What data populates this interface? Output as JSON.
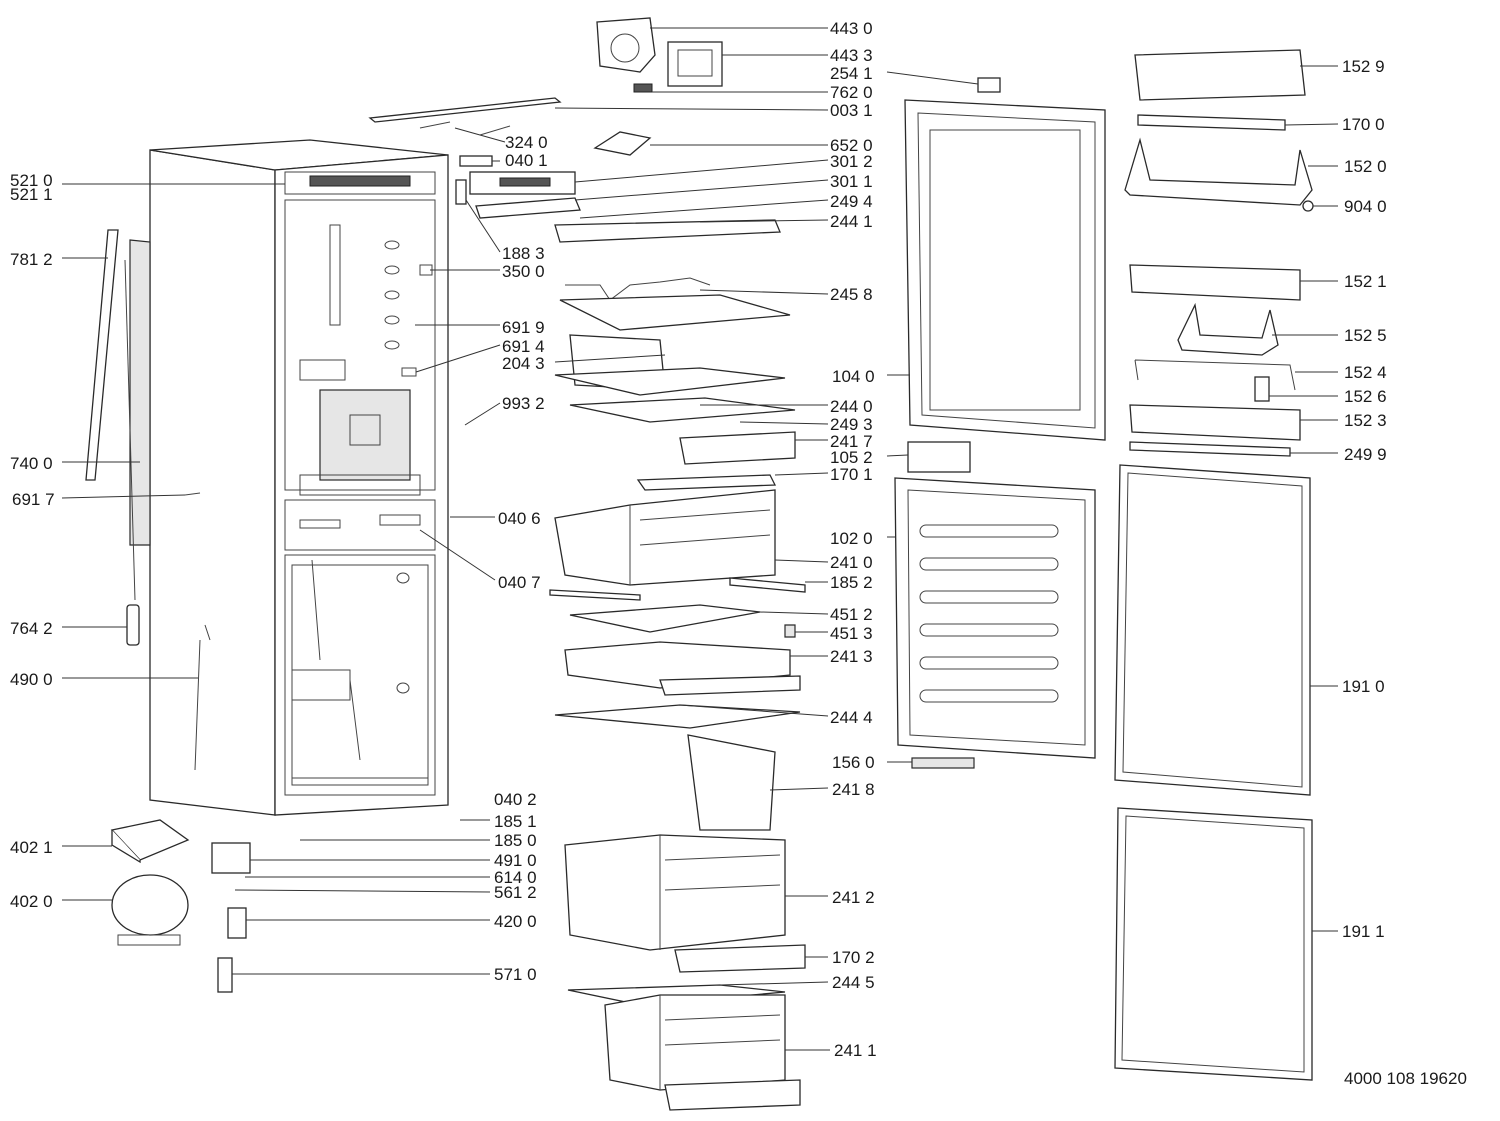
{
  "labels": {
    "p4430": "443 0",
    "p4433": "443 3",
    "p2541": "254 1",
    "p7620": "762 0",
    "p0031": "003 1",
    "p3240": "324 0",
    "p6520": "652 0",
    "p0401": "040 1",
    "p3012": "301 2",
    "p3011": "301 1",
    "p2494": "249 4",
    "p2441": "244 1",
    "p1883": "188 3",
    "p3500": "350 0",
    "p2458": "245 8",
    "p6919": "691 9",
    "p6914": "691 4",
    "p2043": "204 3",
    "p1040": "104 0",
    "p9932": "993 2",
    "p2440": "244 0",
    "p2493": "249 3",
    "p2417": "241 7",
    "p1052": "105 2",
    "p1701": "170 1",
    "p0406": "040 6",
    "p1020": "102 0",
    "p2410": "241 0",
    "p0407": "040 7",
    "p1852": "185 2",
    "p4512": "451 2",
    "p4513": "451 3",
    "p2413": "241 3",
    "p2444": "244 4",
    "p1560": "156 0",
    "p0402": "040 2",
    "p2418": "241 8",
    "p1851": "185 1",
    "p1850": "185 0",
    "p4910": "491 0",
    "p6140": "614 0",
    "p5612": "561 2",
    "p4200": "420 0",
    "p2412": "241 2",
    "p1702": "170 2",
    "p2445": "244 5",
    "p5710": "571 0",
    "p2411": "241 1",
    "p5210": "521 0",
    "p5211": "521 1",
    "p7812": "781 2",
    "p7400": "740 0",
    "p6917": "691 7",
    "p7642": "764 2",
    "p4900": "490 0",
    "p4021": "402 1",
    "p4020": "402 0",
    "p1529": "152 9",
    "p1700": "170 0",
    "p1520": "152 0",
    "p9040": "904 0",
    "p1521": "152 1",
    "p1525": "152 5",
    "p1524": "152 4",
    "p1526": "152 6",
    "p1523": "152 3",
    "p2499": "249 9",
    "p1910": "191 0",
    "p1911": "191 1"
  },
  "document_number": "4000 108 19620"
}
